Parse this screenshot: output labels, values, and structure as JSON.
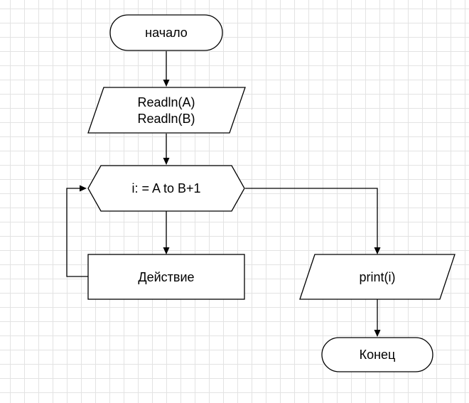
{
  "nodes": {
    "start": {
      "label": "начало"
    },
    "input": {
      "lines": [
        "Readln(A)",
        "Readln(B)"
      ]
    },
    "loop": {
      "label": "i: = A to B+1"
    },
    "action": {
      "label": "Действие"
    },
    "output": {
      "label": "print(i)"
    },
    "end": {
      "label": "Конец"
    }
  }
}
